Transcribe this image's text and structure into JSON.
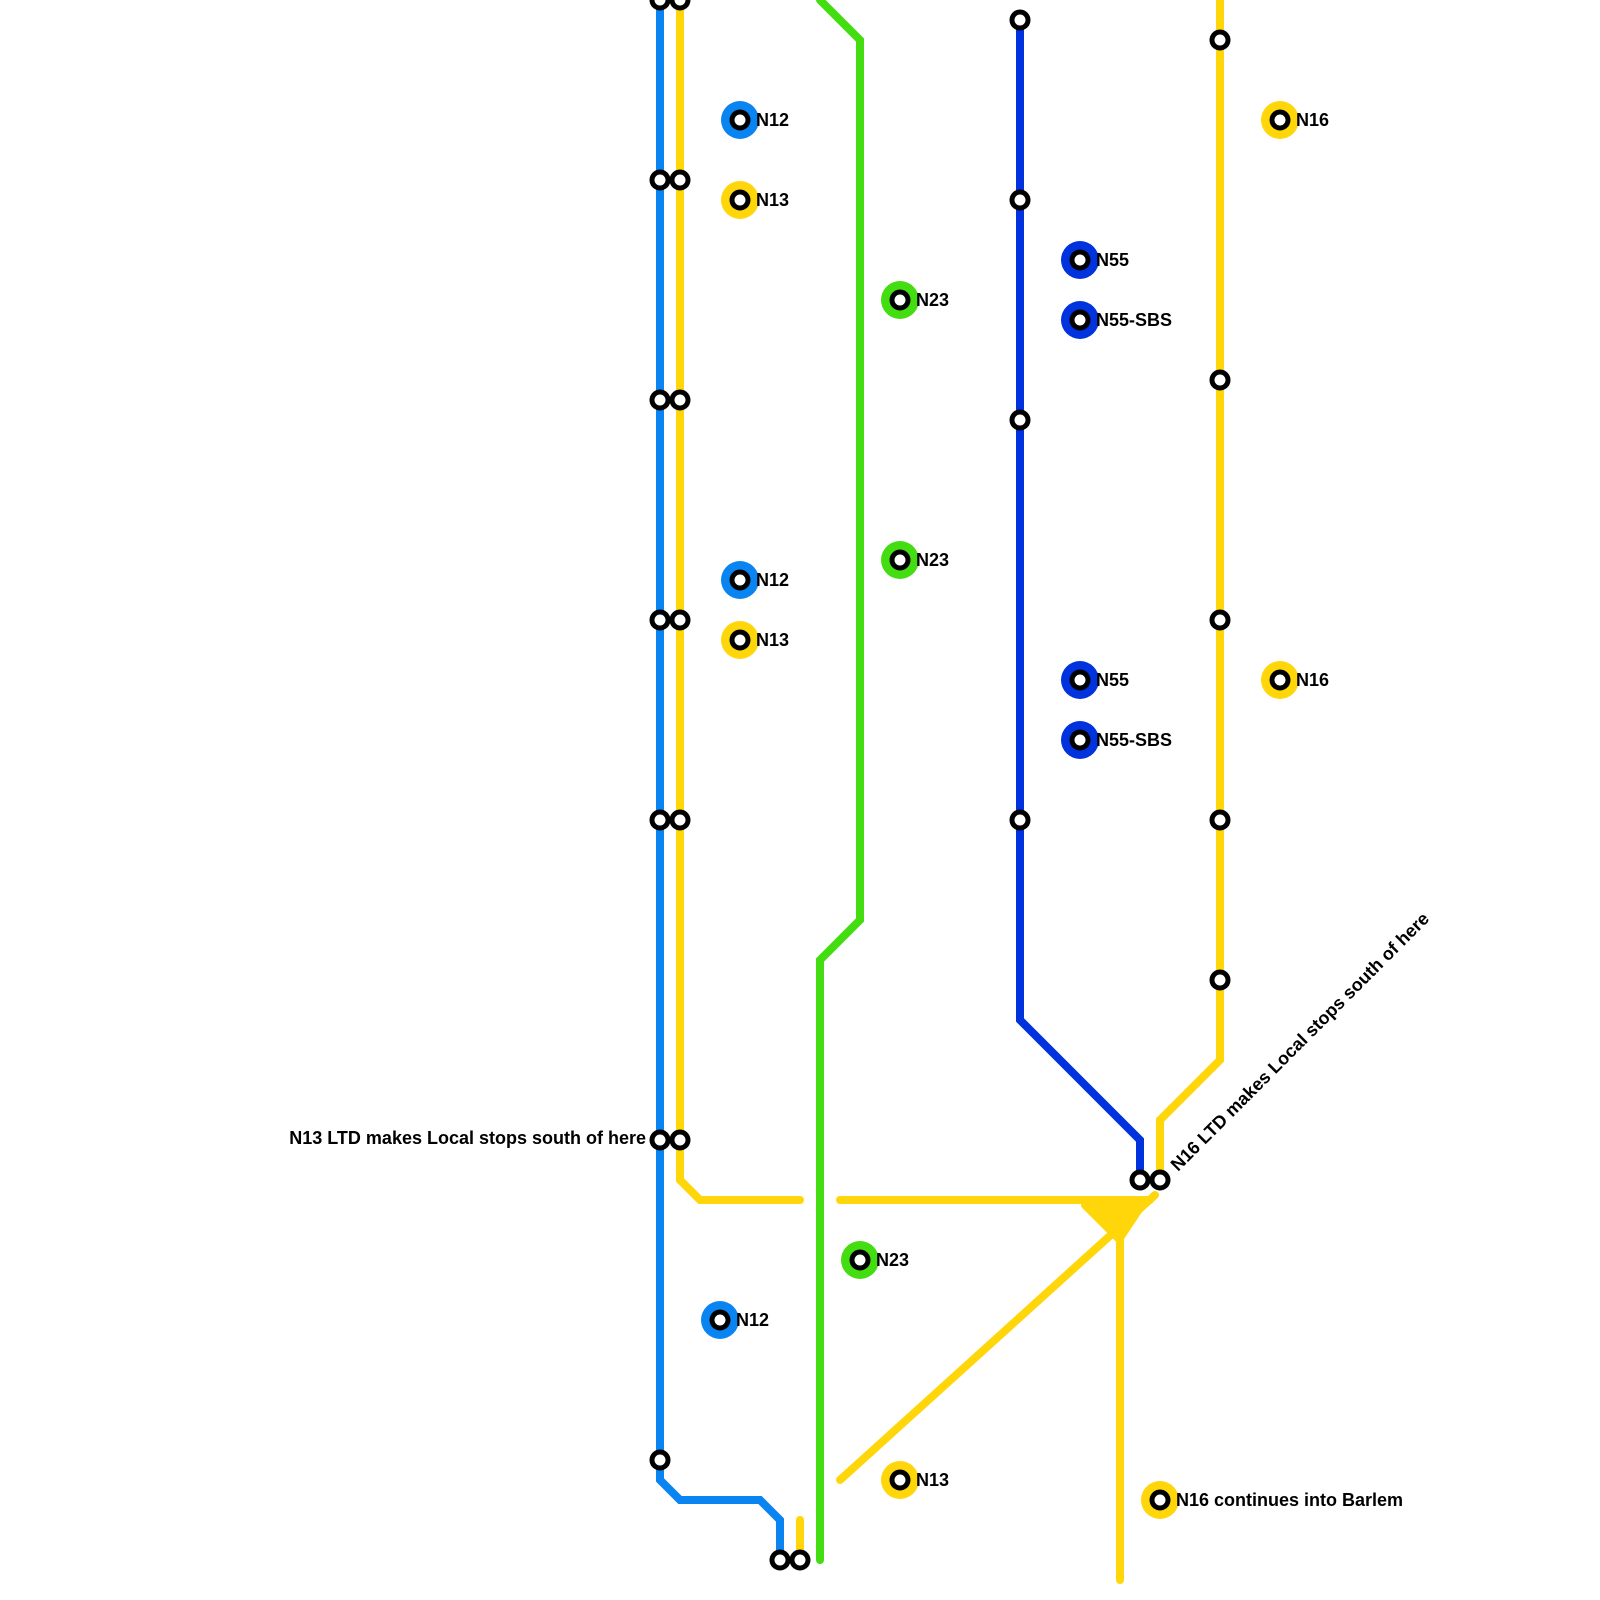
{
  "colors": {
    "n12": "#0a84f0",
    "n13": "#ffd60a",
    "n16": "#ffd60a",
    "n23": "#44dd11",
    "n55": "#0033dd",
    "stop_stroke": "#000000",
    "background": "#ffffff"
  },
  "route_badges": [
    {
      "id": "n12-a",
      "route": "n12",
      "label": "N12"
    },
    {
      "id": "n13-a",
      "route": "n13",
      "label": "N13"
    },
    {
      "id": "n12-b",
      "route": "n12",
      "label": "N12"
    },
    {
      "id": "n13-b",
      "route": "n13",
      "label": "N13"
    },
    {
      "id": "n12-c",
      "route": "n12",
      "label": "N12"
    },
    {
      "id": "n23-a",
      "route": "n23",
      "label": "N23"
    },
    {
      "id": "n23-b",
      "route": "n23",
      "label": "N23"
    },
    {
      "id": "n23-c",
      "route": "n23",
      "label": "N23"
    },
    {
      "id": "n13-c",
      "route": "n13",
      "label": "N13"
    },
    {
      "id": "n55-a",
      "route": "n55",
      "label": "N55"
    },
    {
      "id": "n55sbs-a",
      "route": "n55",
      "label": "N55-SBS"
    },
    {
      "id": "n55-b",
      "route": "n55",
      "label": "N55"
    },
    {
      "id": "n55sbs-b",
      "route": "n55",
      "label": "N55-SBS"
    },
    {
      "id": "n16-a",
      "route": "n16",
      "label": "N16"
    },
    {
      "id": "n16-b",
      "route": "n16",
      "label": "N16"
    },
    {
      "id": "n16-c",
      "route": "n16",
      "label": "N16 continues into Barlem"
    }
  ],
  "notes": {
    "n13_ltd": "N13 LTD makes Local stops south of here",
    "n16_ltd": "N16 LTD makes Local stops south of here"
  }
}
